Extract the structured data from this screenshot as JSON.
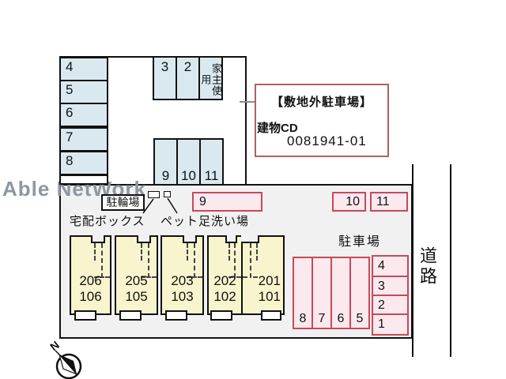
{
  "watermark": {
    "text": "Able NetWork"
  },
  "offsite_parking": {
    "left_column_spaces": [
      "4",
      "5",
      "6",
      "7",
      "8"
    ],
    "top_row_spaces": [
      "3",
      "2"
    ],
    "owner_use_label": "家主使用",
    "middle_row_spaces": [
      "9",
      "10",
      "11"
    ]
  },
  "info_box": {
    "title": "【敷地外駐車場】",
    "building_cd_label": "建物CD",
    "building_cd_value": "0081941-01"
  },
  "site": {
    "bicycle_parking_label": "駐輪場",
    "delivery_box_label": "宅配ボックス",
    "pet_wash_label": "ペット足洗い場",
    "parking_area_label": "駐車場",
    "space_9": "9",
    "space_10": "10",
    "space_11": "11",
    "row_spaces": [
      "8",
      "7",
      "6",
      "5"
    ],
    "column_spaces": [
      "4",
      "3",
      "2",
      "1"
    ],
    "units": [
      {
        "upper": "206",
        "lower": "106"
      },
      {
        "upper": "205",
        "lower": "105"
      },
      {
        "upper": "203",
        "lower": "103"
      },
      {
        "upper": "202",
        "lower": "102"
      },
      {
        "upper": "201",
        "lower": "101"
      }
    ]
  },
  "road": {
    "label": "道路"
  },
  "compass": {
    "label": "N"
  },
  "colors": {
    "blue_fill": "#d9e9ef",
    "pink_fill": "#fce9ee",
    "pink_border": "#c9485b",
    "yellow_fill": "#f8f4cd",
    "site_fill": "#f1f1f1",
    "info_border": "#b06060",
    "watermark": "#8f97a0"
  }
}
